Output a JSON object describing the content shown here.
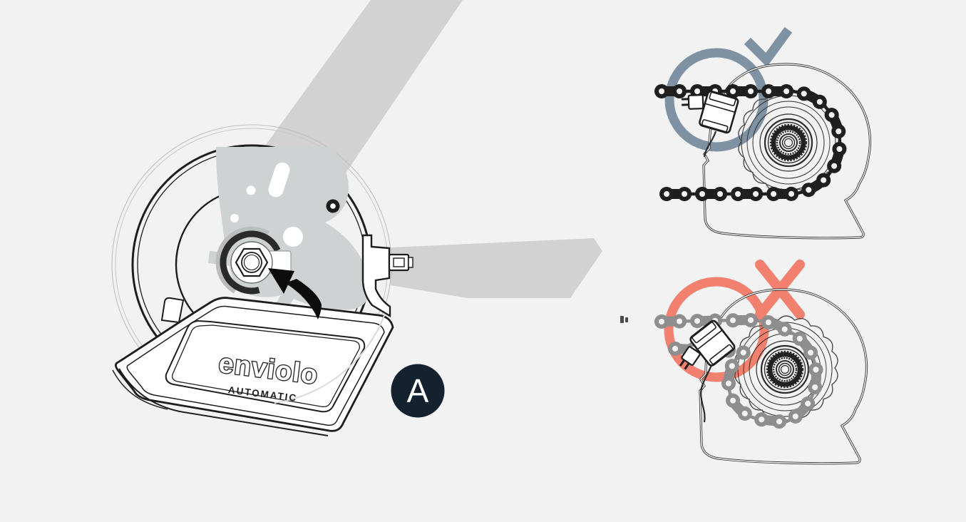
{
  "page": {
    "background": "#f2f2f2"
  },
  "hub_step": {
    "logo_text": "enviolo",
    "logo_subtext": "AUTOMATIC",
    "badge_label": "A",
    "badge_color": "#13222e",
    "badge_text_color": "#ffffff"
  },
  "examples": {
    "correct": {
      "icon": "check-icon",
      "accent_color": "#7e92a3"
    },
    "incorrect": {
      "icon": "x-icon",
      "accent_color": "#f2806e"
    }
  },
  "line_art": {
    "outline_color": "#1d1d1d",
    "chain_dark": "#1f1f1f",
    "chain_gray": "#8e8e8e",
    "frame_gray": "#d2d2d2",
    "cutaway_gray": "#cfd2d2"
  }
}
